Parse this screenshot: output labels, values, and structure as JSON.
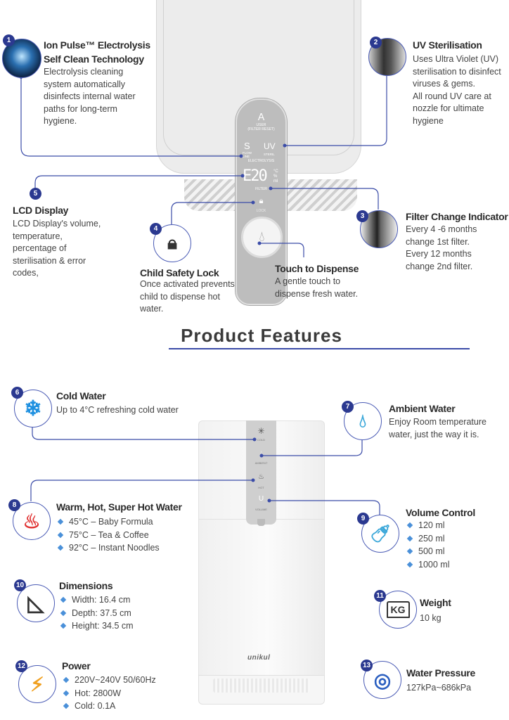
{
  "heading": "Product Features",
  "top_machine": {
    "panel": {
      "user_label": "USER",
      "filter_reset_label": "(FILTER RESET)",
      "flow_line_label": "FLOW LINE",
      "steril_label": "STERIL",
      "uv_label": "UV",
      "electrolysis_label": "ELECTROLYSIS",
      "display_value": "E20",
      "unit_c": "°C",
      "unit_pct": "%",
      "unit_ml": "ml",
      "filter_label": "FILTER",
      "lock_label": "LOCK"
    }
  },
  "bottom_machine": {
    "brand": "unikul",
    "panel": {
      "cold": "COLD",
      "ambient": "AMBIENT",
      "hot": "HOT",
      "volume": "VOLUME"
    }
  },
  "colors": {
    "accent": "#3b4ca8",
    "badge": "#2b3990",
    "bullet": "#4a90d9"
  },
  "callouts": [
    {
      "num": "1",
      "icon": "electrolysis-icon",
      "title": "Ion Pulse™ Electrolysis Self Clean Technology",
      "title_lines": [
        "Ion Pulse™ Electrolysis",
        "Self Clean Technology"
      ],
      "desc_lines": [
        "Electrolysis cleaning",
        "system automatically",
        "disinfects internal water",
        "paths for long-term",
        "hygiene."
      ]
    },
    {
      "num": "2",
      "icon": "uv-nozzle-icon",
      "title": "UV Sterilisation",
      "desc_lines": [
        "Uses Ultra Violet (UV)",
        "sterilisation to disinfect",
        "viruses & gems.",
        "All round UV care at",
        "nozzle for ultimate",
        "hygiene"
      ]
    },
    {
      "num": "3",
      "icon": "filter-icon",
      "title": "Filter Change Indicator",
      "desc_lines": [
        "Every 4 -6 months",
        "change 1st filter.",
        "Every 12 months",
        "change 2nd filter."
      ]
    },
    {
      "num": "4",
      "icon": "padlock-icon",
      "title": "Child Safety Lock",
      "desc_lines": [
        "Once activated prevents",
        "child to dispense hot",
        "water."
      ]
    },
    {
      "num": "5",
      "icon": "",
      "title": "LCD Display",
      "desc_lines": [
        "LCD Display's volume,",
        "temperature,",
        "percentage of",
        "sterilisation & error",
        "codes,"
      ]
    },
    {
      "num": "",
      "icon": "",
      "title": "Touch to Dispense",
      "desc_lines": [
        "A gentle touch to",
        "dispense fresh water."
      ]
    },
    {
      "num": "6",
      "icon": "snowflake-icon",
      "title": "Cold Water",
      "desc_lines": [
        "Up to 4°C refreshing cold water"
      ]
    },
    {
      "num": "7",
      "icon": "water-drop-icon",
      "title": "Ambient Water",
      "desc_lines": [
        "Enjoy Room temperature",
        "water, just the way it is."
      ]
    },
    {
      "num": "8",
      "icon": "heat-waves-icon",
      "title": "Warm, Hot, Super Hot Water",
      "bullets": [
        "45°C – Baby Formula",
        "75°C – Tea & Coffee",
        "92°C – Instant Noodles"
      ]
    },
    {
      "num": "9",
      "icon": "bottles-icon",
      "title": "Volume Control",
      "bullets": [
        "120 ml",
        "250 ml",
        "500 ml",
        "1000 ml"
      ]
    },
    {
      "num": "10",
      "icon": "set-square-icon",
      "title": "Dimensions",
      "bullets": [
        "Width: 16.4 cm",
        "Depth: 37.5 cm",
        "Height: 34.5 cm"
      ]
    },
    {
      "num": "11",
      "icon": "weight-kg-icon",
      "title": "Weight",
      "desc_lines": [
        "10 kg"
      ]
    },
    {
      "num": "12",
      "icon": "power-plug-icon",
      "title": "Power",
      "bullets": [
        "220V~240V 50/60Hz",
        "Hot: 2800W",
        "Cold: 0.1A"
      ]
    },
    {
      "num": "13",
      "icon": "pressure-gauge-icon",
      "title": "Water Pressure",
      "desc_lines": [
        "127kPa~686kPa"
      ]
    }
  ]
}
